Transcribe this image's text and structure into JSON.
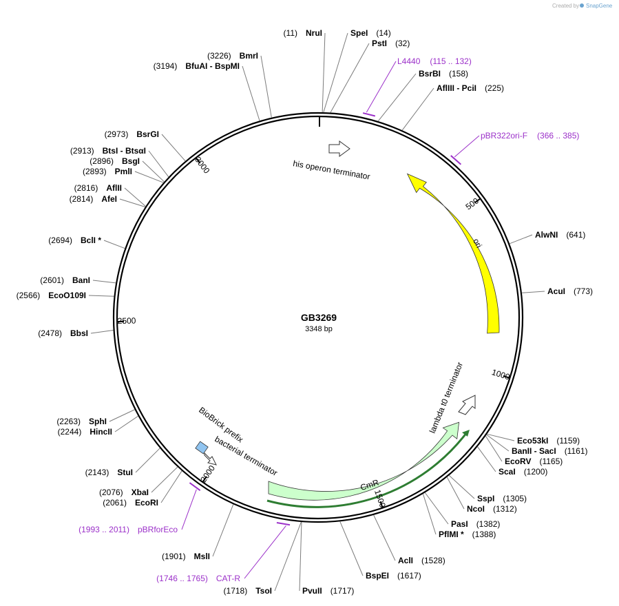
{
  "credit": {
    "created_by": "Created by",
    "brand": "SnapGene"
  },
  "plasmid": {
    "name": "GB3269",
    "size_label": "3348 bp",
    "length": 3348
  },
  "ticks": [
    {
      "pos": 500,
      "label": "500"
    },
    {
      "pos": 1000,
      "label": "1000"
    },
    {
      "pos": 1500,
      "label": "1500"
    },
    {
      "pos": 2000,
      "label": "2000"
    },
    {
      "pos": 2500,
      "label": "2500"
    },
    {
      "pos": 3000,
      "label": "3000"
    }
  ],
  "sites": [
    {
      "pos": 11,
      "name": "NruI",
      "num": "(11)",
      "side": "left"
    },
    {
      "pos": 14,
      "name": "SpeI",
      "num": "(14)",
      "side": "right"
    },
    {
      "pos": 32,
      "name": "PstI",
      "num": "(32)",
      "side": "right"
    },
    {
      "pos": 158,
      "name": "BsrBI",
      "num": "(158)",
      "side": "right"
    },
    {
      "pos": 225,
      "name": "AflIII - PciI",
      "num": "(225)",
      "side": "right"
    },
    {
      "pos": 641,
      "name": "AlwNI",
      "num": "(641)",
      "side": "right"
    },
    {
      "pos": 773,
      "name": "AcuI",
      "num": "(773)",
      "side": "right"
    },
    {
      "pos": 1159,
      "name": "Eco53kI",
      "num": "(1159)",
      "side": "right"
    },
    {
      "pos": 1161,
      "name": "BanII - SacI",
      "num": "(1161)",
      "side": "right"
    },
    {
      "pos": 1165,
      "name": "EcoRV",
      "num": "(1165)",
      "side": "right"
    },
    {
      "pos": 1200,
      "name": "ScaI",
      "num": "(1200)",
      "side": "right"
    },
    {
      "pos": 1305,
      "name": "SspI",
      "num": "(1305)",
      "side": "right"
    },
    {
      "pos": 1312,
      "name": "NcoI",
      "num": "(1312)",
      "side": "right"
    },
    {
      "pos": 1382,
      "name": "PasI",
      "num": "(1382)",
      "side": "right"
    },
    {
      "pos": 1388,
      "name": "PflMI *",
      "num": "(1388)",
      "side": "right"
    },
    {
      "pos": 1528,
      "name": "AclI",
      "num": "(1528)",
      "side": "right"
    },
    {
      "pos": 1617,
      "name": "BspEI",
      "num": "(1617)",
      "side": "right"
    },
    {
      "pos": 1717,
      "name": "PvuII",
      "num": "(1717)",
      "side": "right"
    },
    {
      "pos": 1718,
      "name": "TsoI",
      "num": "(1718)",
      "side": "left"
    },
    {
      "pos": 1901,
      "name": "MslI",
      "num": "(1901)",
      "side": "left"
    },
    {
      "pos": 2061,
      "name": "EcoRI",
      "num": "(2061)",
      "side": "left"
    },
    {
      "pos": 2076,
      "name": "XbaI",
      "num": "(2076)",
      "side": "left"
    },
    {
      "pos": 2143,
      "name": "StuI",
      "num": "(2143)",
      "side": "left"
    },
    {
      "pos": 2244,
      "name": "HincII",
      "num": "(2244)",
      "side": "left"
    },
    {
      "pos": 2263,
      "name": "SphI",
      "num": "(2263)",
      "side": "left"
    },
    {
      "pos": 2478,
      "name": "BbsI",
      "num": "(2478)",
      "side": "left"
    },
    {
      "pos": 2566,
      "name": "EcoO109I",
      "num": "(2566)",
      "side": "left"
    },
    {
      "pos": 2601,
      "name": "BanI",
      "num": "(2601)",
      "side": "left"
    },
    {
      "pos": 2694,
      "name": "BclI *",
      "num": "(2694)",
      "side": "left"
    },
    {
      "pos": 2814,
      "name": "AfeI",
      "num": "(2814)",
      "side": "left"
    },
    {
      "pos": 2816,
      "name": "AflII",
      "num": "(2816)",
      "side": "left"
    },
    {
      "pos": 2893,
      "name": "PmlI",
      "num": "(2893)",
      "side": "left"
    },
    {
      "pos": 2896,
      "name": "BsgI",
      "num": "(2896)",
      "side": "left"
    },
    {
      "pos": 2913,
      "name": "BtsI - BtsαI",
      "num": "(2913)",
      "side": "left"
    },
    {
      "pos": 2973,
      "name": "BsrGI",
      "num": "(2973)",
      "side": "left"
    },
    {
      "pos": 3194,
      "name": "BfuAI - BspMI",
      "num": "(3194)",
      "side": "left"
    },
    {
      "pos": 3226,
      "name": "BmrI",
      "num": "(3226)",
      "side": "left"
    }
  ],
  "primers": [
    {
      "name": "L4440",
      "range": "(115 .. 132)",
      "start": 115,
      "end": 132,
      "side": "right"
    },
    {
      "name": "pBR322ori-F",
      "range": "(366 .. 385)",
      "start": 366,
      "end": 385,
      "side": "right"
    },
    {
      "name": "CAT-R",
      "range": "(1746 .. 1765)",
      "start": 1746,
      "end": 1765,
      "side": "left"
    },
    {
      "name": "pBRforEco",
      "range": "(1993 .. 2011)",
      "start": 1993,
      "end": 2011,
      "side": "left"
    }
  ],
  "features": {
    "ori": {
      "label": "ori",
      "color": "#ffff00"
    },
    "cmr": {
      "label": "CmR",
      "color": "#ccffcc"
    },
    "cmr_promoter": {
      "color": "#2e7d32"
    },
    "his_terminator": {
      "label": "his operon terminator"
    },
    "lambda_terminator": {
      "label": "lambda t0 terminator"
    },
    "biobrick_prefix": {
      "label": "BioBrick prefix",
      "color": "#90c4f0"
    },
    "bacterial_terminator": {
      "label": "bacterial terminator"
    }
  },
  "colors": {
    "primer": "#9b30c9",
    "backbone": "#000000",
    "site_line": "#7a7a7a"
  }
}
